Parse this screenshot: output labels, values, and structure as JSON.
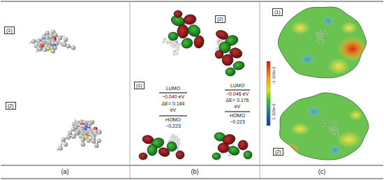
{
  "diagram": {
    "nodes": [
      {
        "text": [
          "(1)"
        ]
      },
      {
        "text": [
          "(2)"
        ]
      },
      {
        "text": [
          "(1)"
        ]
      },
      {
        "text": [
          "(2)"
        ]
      },
      {
        "text": [
          "(1)"
        ]
      },
      {
        "text": [
          "(2)"
        ]
      }
    ],
    "labels": [
      "LUMO",
      "−0.040 eV",
      "ΔE= 0.184",
      "eV",
      "HOMO",
      "−0.223",
      "LUMO",
      "−0.046 eV",
      "ΔE= 0.176",
      "eV",
      "HOMO",
      "−0.223",
      "-1.110e-2",
      "1.110e-2",
      "(a)",
      "(b)",
      "(c)"
    ]
  }
}
